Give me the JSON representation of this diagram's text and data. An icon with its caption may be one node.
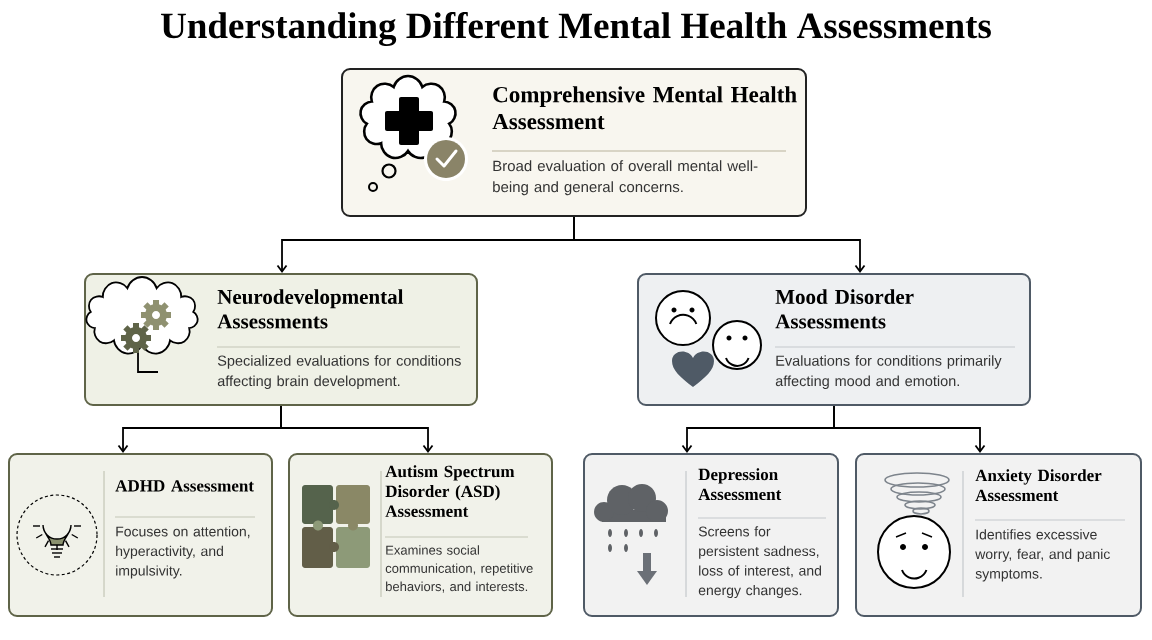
{
  "diagram": {
    "title": "Understanding Different Mental Health Assessments",
    "nodes": [
      {
        "text": [
          "Comprehensive Mental Health Assessment",
          "Broad evaluation of overall mental well-being and general concerns."
        ]
      },
      {
        "text": [
          "Neurodevelopmental Assessments",
          "Specialized evaluations for conditions affecting brain development."
        ]
      },
      {
        "text": [
          "Mood Disorder Assessments",
          "Evaluations for conditions primarily affecting mood and emotion."
        ]
      },
      {
        "text": [
          "ADHD Assessment",
          "Focuses on attention, hyperactivity, and impulsivity."
        ]
      },
      {
        "text": [
          "Autism Spectrum Disorder (ASD) Assessment",
          "Examines social communication, repetitive behaviors, and interests."
        ]
      },
      {
        "text": [
          "Depression Assessment",
          "Screens for persistent sadness, loss of interest, and energy changes."
        ]
      },
      {
        "text": [
          "Anxiety Disorder Assessment",
          "Identifies excessive worry, fear, and panic symptoms."
        ]
      }
    ],
    "edges": [
      {
        "from": 0,
        "to": 1,
        "arrow": "to"
      },
      {
        "from": 0,
        "to": 2,
        "arrow": "to"
      },
      {
        "from": 1,
        "to": 3,
        "arrow": "to"
      },
      {
        "from": 1,
        "to": 4,
        "arrow": "to"
      },
      {
        "from": 2,
        "to": 5,
        "arrow": "to"
      },
      {
        "from": 2,
        "to": 6,
        "arrow": "to"
      }
    ]
  }
}
